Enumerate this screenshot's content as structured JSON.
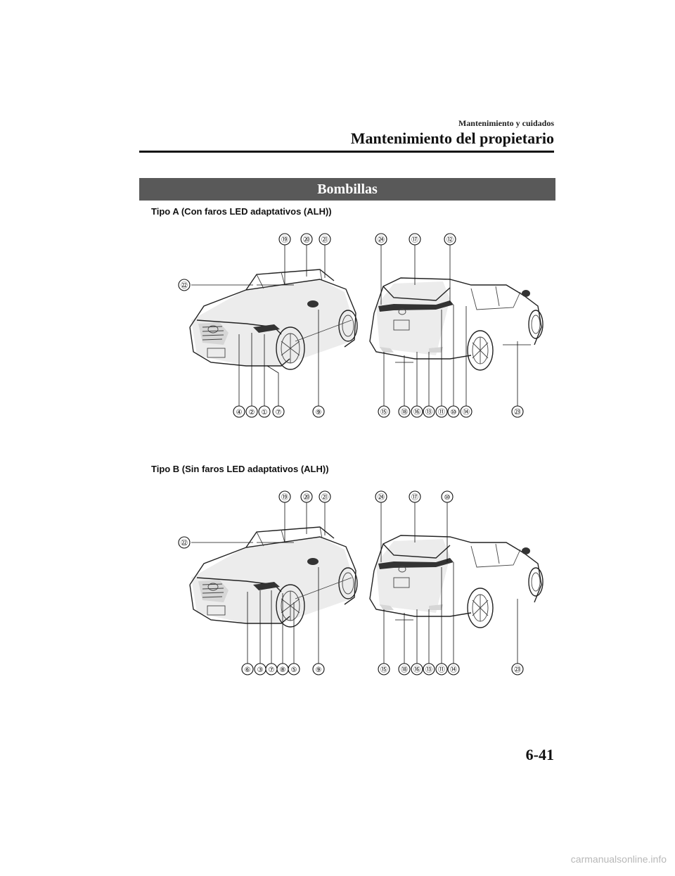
{
  "header": {
    "section": "Mantenimiento y cuidados",
    "title": "Mantenimiento del propietario"
  },
  "banner": "Bombillas",
  "diagram_a": {
    "caption": "Tipo A (Con faros LED adaptativos (ALH))",
    "callouts_top": [
      "⑲",
      "⑳",
      "㉑",
      "㉔",
      "⑰",
      "⑫",
      "㉒"
    ],
    "callouts_bottom": [
      "④",
      "②",
      "①",
      "⑦",
      "⑨",
      "⑮",
      "⑱",
      "⑯",
      "⑬",
      "⑪",
      "⑩",
      "⑭",
      "㉓"
    ]
  },
  "diagram_b": {
    "caption": "Tipo B (Sin faros LED adaptativos (ALH))",
    "callouts_top": [
      "⑲",
      "⑳",
      "㉑",
      "㉔",
      "⑰",
      "⑩",
      "㉒"
    ],
    "callouts_bottom": [
      "⑥",
      "③",
      "⑦",
      "⑧",
      "⑤",
      "⑨",
      "⑮",
      "⑱",
      "⑯",
      "⑬",
      "⑪",
      "⑭",
      "㉓"
    ]
  },
  "page_number": "6-41",
  "footer": "carmanualsonline.info"
}
